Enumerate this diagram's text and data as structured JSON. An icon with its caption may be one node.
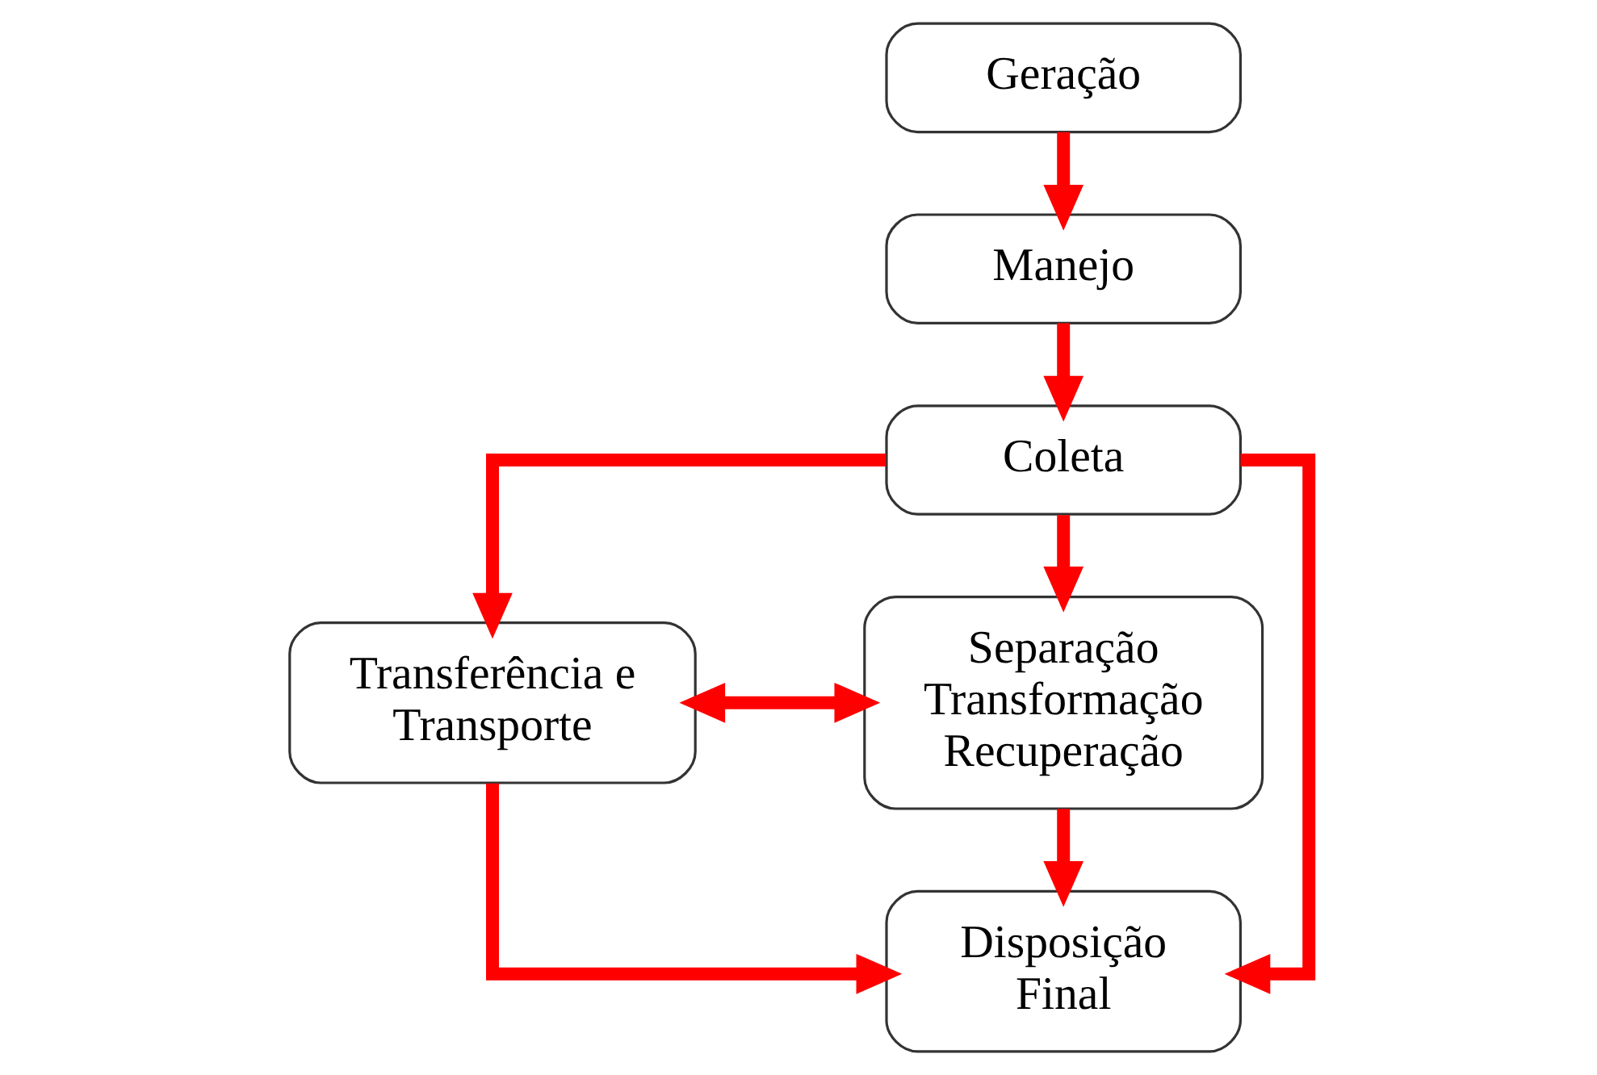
{
  "diagram": {
    "nodes": [
      {
        "text": [
          "Geração"
        ]
      },
      {
        "text": [
          "Manejo"
        ]
      },
      {
        "text": [
          "Coleta"
        ]
      },
      {
        "text": [
          "Transferência e Transporte"
        ]
      },
      {
        "text": [
          "Separação Transformação Recuperação"
        ]
      },
      {
        "text": [
          "Disposição Final"
        ]
      }
    ],
    "edges": [
      {
        "from": 0,
        "to": 1,
        "arrow": "to"
      },
      {
        "from": 1,
        "to": 2,
        "arrow": "to"
      },
      {
        "from": 2,
        "to": 3,
        "arrow": "to"
      },
      {
        "from": 2,
        "to": 4,
        "arrow": "to"
      },
      {
        "from": 2,
        "to": 5,
        "arrow": "to"
      },
      {
        "from": 3,
        "to": 4,
        "arrow": "both"
      },
      {
        "from": 3,
        "to": 5,
        "arrow": "to"
      },
      {
        "from": 4,
        "to": 5,
        "arrow": "to"
      }
    ]
  }
}
